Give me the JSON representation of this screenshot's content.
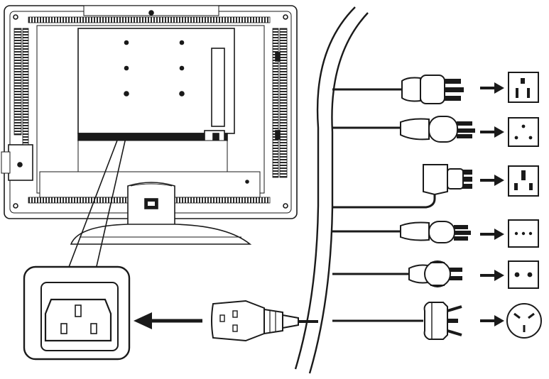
{
  "diagram": {
    "background": "#ffffff",
    "ink": "#1a1a1a",
    "components": {
      "monitor": "monitor-rear-view",
      "inlet": "ac-power-inlet",
      "cord": "power-cord-iec-connector",
      "cable_bundle": "cable-bundle-break-lines"
    },
    "plug_types": [
      {
        "name": "plug-type-1",
        "icon": "three-prong-flat-plug-icon",
        "socket": "socket-three-slot-icon"
      },
      {
        "name": "plug-type-2",
        "icon": "three-round-pin-plug-icon",
        "socket": "socket-three-hole-triangle-icon"
      },
      {
        "name": "plug-type-3",
        "icon": "angled-rectangular-pin-plug-icon",
        "socket": "socket-rectangular-slot-icon"
      },
      {
        "name": "plug-type-4",
        "icon": "three-pin-inline-plug-icon",
        "socket": "socket-three-dot-inline-icon"
      },
      {
        "name": "plug-type-5",
        "icon": "round-two-pin-grounded-plug-icon",
        "socket": "socket-two-hole-icon"
      },
      {
        "name": "plug-type-6",
        "icon": "angled-flat-pin-plug-icon",
        "socket": "socket-round-angled-icon"
      }
    ]
  }
}
